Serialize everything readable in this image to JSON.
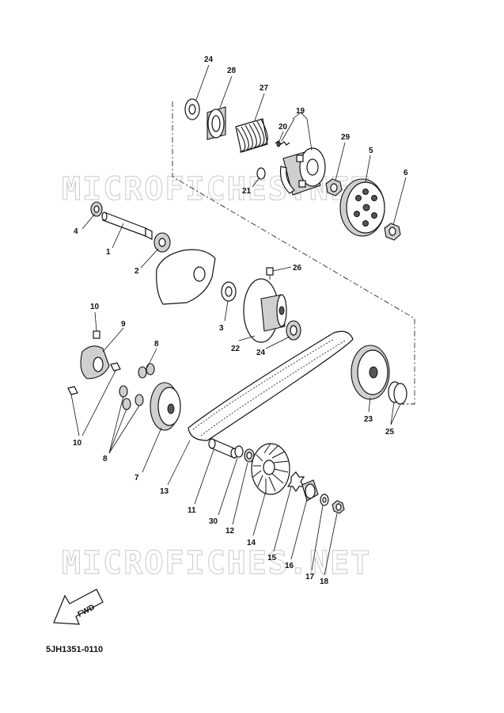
{
  "watermarks": [
    "MICROFICHES.NET",
    "MICROFICHES.NET"
  ],
  "diagram_code": "5JH1351-0110",
  "fwd_label": "FWD",
  "callouts": [
    "24",
    "28",
    "27",
    "19",
    "20",
    "29",
    "5",
    "6",
    "21",
    "4",
    "1",
    "2",
    "26",
    "3",
    "22",
    "24",
    "10",
    "9",
    "8",
    "23",
    "25",
    "10",
    "8",
    "7",
    "13",
    "11",
    "30",
    "12",
    "14",
    "15",
    "16",
    "17",
    "18"
  ]
}
